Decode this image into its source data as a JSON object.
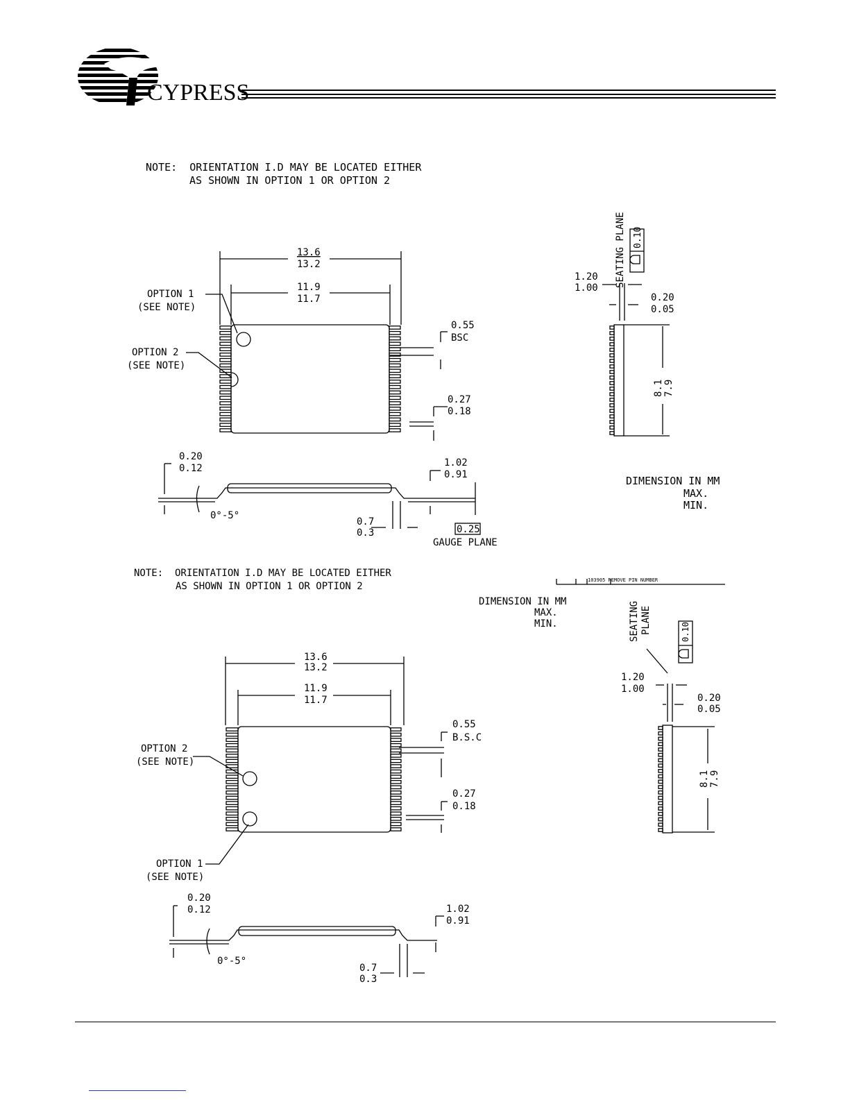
{
  "header": {
    "brand": "CYPRESS",
    "logo_icon": "cypress-tree-logo"
  },
  "drawing1": {
    "note_line1": "NOTE:  ORIENTATION I.D MAY BE LOCATED EITHER",
    "note_line2": "AS SHOWN IN OPTION 1 OR OPTION 2",
    "option1": "OPTION 1",
    "option1_see": "(SEE NOTE)",
    "option2": "OPTION 2",
    "option2_see": "(SEE NOTE)",
    "overall_len_max": "13.6",
    "overall_len_min": "13.2",
    "body_len_max": "11.9",
    "body_len_min": "11.7",
    "pitch": "0.55",
    "pitch_note": "BSC",
    "lead_w_max": "0.27",
    "lead_w_min": "0.18",
    "lead_t_max": "0.20",
    "lead_t_min": "0.12",
    "height_max": "1.02",
    "height_min": "0.91",
    "angle": "0°-5°",
    "foot_max": "0.7",
    "foot_min": "0.3",
    "gauge_value": "0.25",
    "gauge_label": "GAUGE PLANE",
    "seating_label": "SEATING PLANE",
    "coplanarity": "0.10",
    "standoff_max": "1.20",
    "standoff_min": "1.00",
    "lead_off_max": "0.20",
    "lead_off_min": "0.05",
    "width_max": "8.1",
    "width_min": "7.9",
    "dim_title": "DIMENSION IN MM",
    "dim_max": "MAX.",
    "dim_min": "MIN."
  },
  "drawing2": {
    "note_line1": "NOTE:  ORIENTATION I.D MAY BE LOCATED EITHER",
    "note_line2": "AS SHOWN IN OPTION 1 OR OPTION 2",
    "revision": "103905 REMOVE PIN NUMBER",
    "dim_title": "DIMENSION IN MM",
    "dim_max": "MAX.",
    "dim_min": "MIN.",
    "option2": "OPTION 2",
    "option2_see": "(SEE NOTE)",
    "option1": "OPTION 1",
    "option1_see": "(SEE NOTE)",
    "overall_len_max": "13.6",
    "overall_len_min": "13.2",
    "body_len_max": "11.9",
    "body_len_min": "11.7",
    "pitch": "0.55",
    "pitch_note": "B.S.C",
    "lead_w_max": "0.27",
    "lead_w_min": "0.18",
    "lead_t_max": "0.20",
    "lead_t_min": "0.12",
    "height_max": "1.02",
    "height_min": "0.91",
    "angle": "0°-5°",
    "foot_max": "0.7",
    "foot_min": "0.3",
    "seating_1": "SEATING",
    "seating_2": "PLANE",
    "coplanarity": "0.10",
    "standoff_max": "1.20",
    "standoff_min": "1.00",
    "lead_off_max": "0.20",
    "lead_off_min": "0.05",
    "width_max": "8.1",
    "width_min": "7.9"
  }
}
